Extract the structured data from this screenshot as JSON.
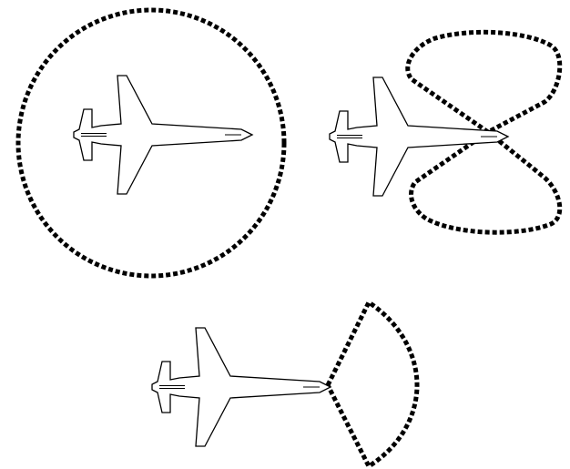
{
  "colors": {
    "background": "#ffffff",
    "stroke": "#000000",
    "aircraft_fill": "#ffffff"
  },
  "panels": [
    {
      "aircraft_icon": "jet-aircraft-top-view-icon",
      "pattern_shape": "circle"
    },
    {
      "aircraft_icon": "jet-aircraft-top-view-icon",
      "pattern_shape": "two-lobe"
    },
    {
      "aircraft_icon": "jet-aircraft-top-view-icon",
      "pattern_shape": "forward-sector"
    }
  ]
}
